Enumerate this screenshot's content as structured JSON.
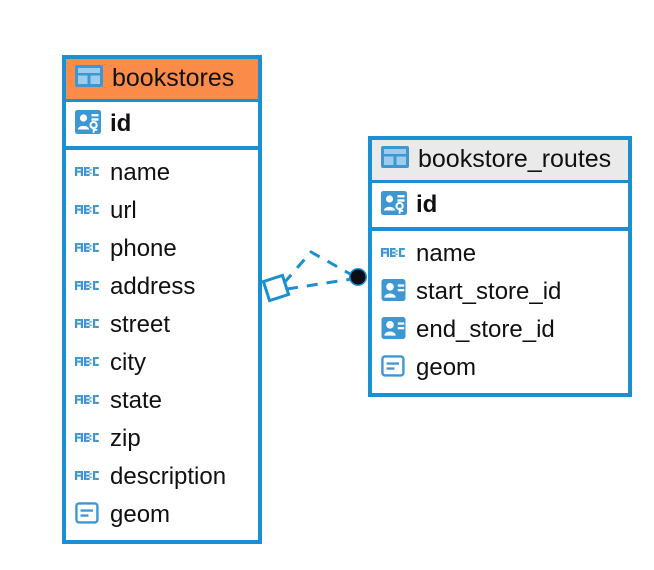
{
  "diagram": {
    "type": "entity-relationship-diagram",
    "background": "#ffffff",
    "accent_color": "#1a8fd1",
    "icon_color": "#3d97d3"
  },
  "entities": [
    {
      "name": "bookstores",
      "header_color": "#fb8b48",
      "primary_keys": [
        {
          "label": "id",
          "icon": "primary-key-icon"
        }
      ],
      "columns": [
        {
          "label": "name",
          "icon": "text-abc-icon"
        },
        {
          "label": "url",
          "icon": "text-abc-icon"
        },
        {
          "label": "phone",
          "icon": "text-abc-icon"
        },
        {
          "label": "address",
          "icon": "text-abc-icon"
        },
        {
          "label": "street",
          "icon": "text-abc-icon"
        },
        {
          "label": "city",
          "icon": "text-abc-icon"
        },
        {
          "label": "state",
          "icon": "text-abc-icon"
        },
        {
          "label": "zip",
          "icon": "text-abc-icon"
        },
        {
          "label": "description",
          "icon": "text-abc-icon"
        },
        {
          "label": "geom",
          "icon": "geometry-icon"
        }
      ]
    },
    {
      "name": "bookstore_routes",
      "header_color": "#eaeaea",
      "primary_keys": [
        {
          "label": "id",
          "icon": "primary-key-icon"
        }
      ],
      "columns": [
        {
          "label": "name",
          "icon": "text-abc-icon"
        },
        {
          "label": "start_store_id",
          "icon": "foreign-key-icon"
        },
        {
          "label": "end_store_id",
          "icon": "foreign-key-icon"
        },
        {
          "label": "geom",
          "icon": "geometry-icon"
        }
      ]
    }
  ],
  "relationship": {
    "from_entity": "bookstores",
    "to_entity": "bookstore_routes",
    "line_style": "dashed",
    "line_color": "#1a8fd1",
    "source_marker": "diamond",
    "target_marker": "filled-circle",
    "target_marker_color": "#0d0d18"
  }
}
